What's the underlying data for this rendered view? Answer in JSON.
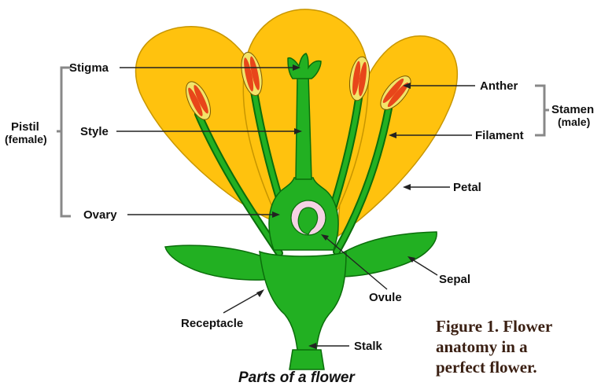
{
  "labels": {
    "stigma": "Stigma",
    "style": "Style",
    "ovary": "Ovary",
    "anther": "Anther",
    "filament": "Filament",
    "petal": "Petal",
    "sepal": "Sepal",
    "ovule": "Ovule",
    "receptacle": "Receptacle",
    "stalk": "Stalk"
  },
  "groups": {
    "pistil": {
      "name": "Pistil",
      "sub": "(female)"
    },
    "stamen": {
      "name": "Stamen",
      "sub": "(male)"
    }
  },
  "title": "Parts of a flower",
  "caption": [
    "Figure 1. Flower",
    "anatomy in a",
    "perfect flower."
  ],
  "colors": {
    "petal": "#FFC20E",
    "petal_outline": "#C89600",
    "green": "#22B022",
    "dark_green": "#0B6E0B",
    "anther": "#E8461A",
    "anther_outer": "#F2E46A",
    "ovule": "#F4D2E4",
    "bracket": "#888888",
    "caption": "#3A1F12"
  }
}
